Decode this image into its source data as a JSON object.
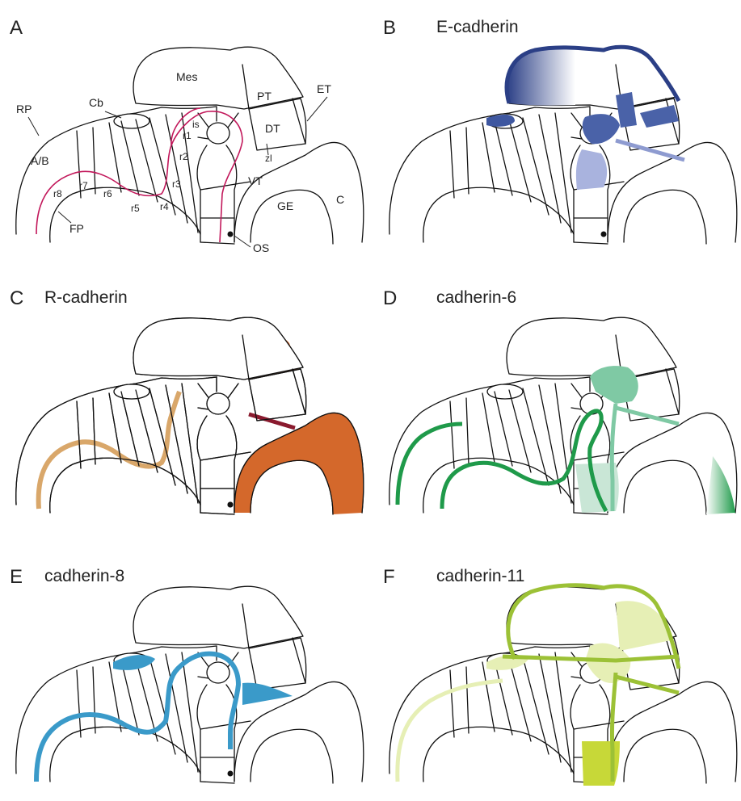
{
  "panels": [
    {
      "letter": "A",
      "title": ""
    },
    {
      "letter": "B",
      "title": "E-cadherin"
    },
    {
      "letter": "C",
      "title": "R-cadherin"
    },
    {
      "letter": "D",
      "title": "cadherin-6"
    },
    {
      "letter": "E",
      "title": "cadherin-8"
    },
    {
      "letter": "F",
      "title": "cadherin-11"
    }
  ],
  "region_labels": {
    "mes": "Mes",
    "pt": "PT",
    "et": "ET",
    "dt": "DT",
    "vt": "VT",
    "ge": "GE",
    "c": "C",
    "cb": "Cb",
    "is": "is",
    "rp": "RP",
    "ab": "A/B",
    "fp": "FP",
    "zl": "zl",
    "os": "OS",
    "r1": "r1",
    "r2": "r2",
    "r3": "r3",
    "r4": "r4",
    "r5": "r5",
    "r6": "r6",
    "r7": "r7",
    "r8": "r8"
  },
  "colors": {
    "a_boundary": "#c2185b",
    "e_cadherin": "#2b3f86",
    "e_cadherin_light": "#8e9bd0",
    "r_cadherin": "#d4682b",
    "r_cadherin_line": "#d9a76a",
    "r_cadherin_dark": "#8a1a2e",
    "cadherin_6": "#1f9a4a",
    "cadherin_6_light": "#7fc9a4",
    "cadherin_8": "#3a9ac9",
    "cadherin_11": "#9cc136",
    "cadherin_11_light": "#e6efb5"
  }
}
